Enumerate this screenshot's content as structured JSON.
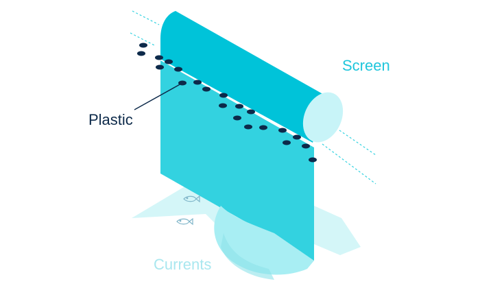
{
  "labels": {
    "screen": "Screen",
    "plastic": "Plastic",
    "currents": "Currents"
  },
  "colors": {
    "screen_front": "#33d2e0",
    "screen_top": "#00c3d9",
    "cylinder_end": "#c8f4f8",
    "current_light": "#d4f6f8",
    "current_mid": "#a8eef3",
    "plastic": "#0d2a4a",
    "screen_label": "#1fc6dc",
    "plastic_label": "#0d2a4a",
    "currents_label": "#a9e7ef"
  },
  "icons": [
    "fish-icon",
    "fish-icon"
  ]
}
